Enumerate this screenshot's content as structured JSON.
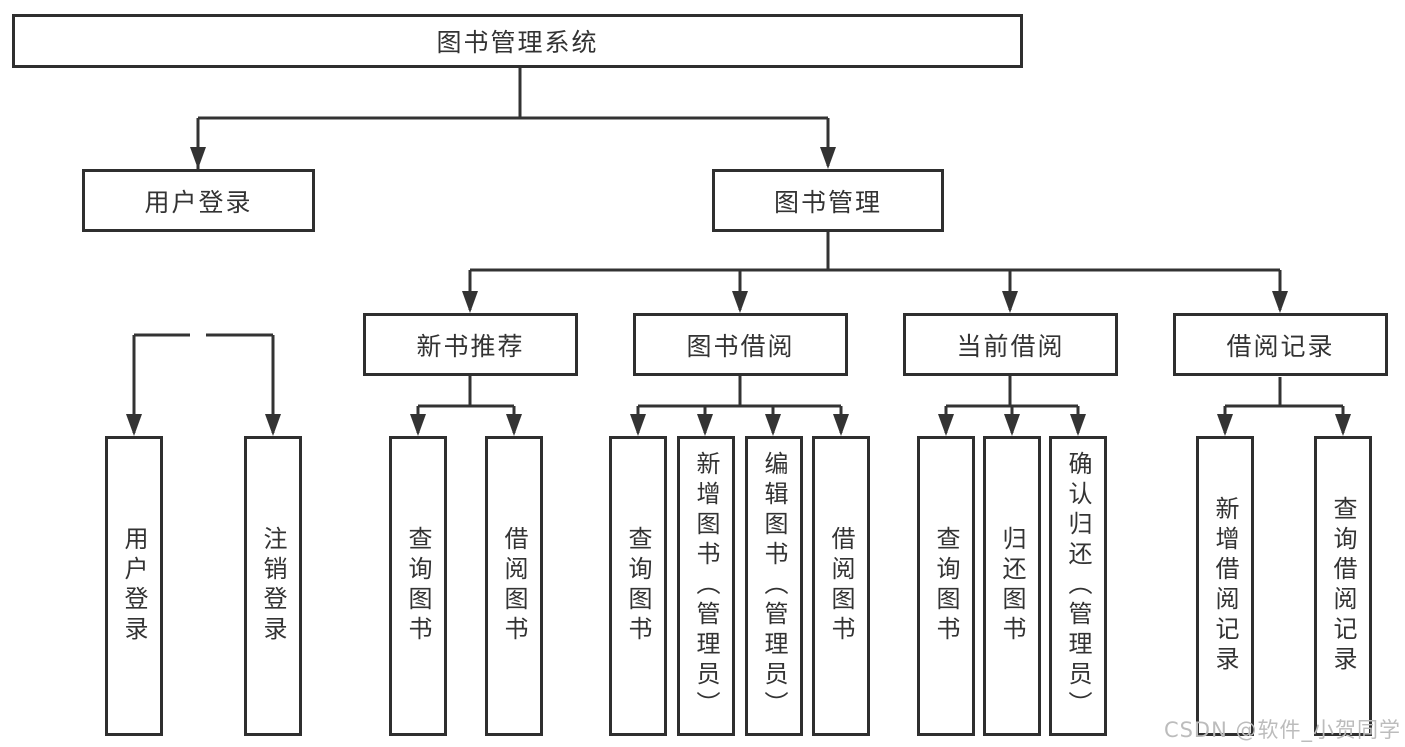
{
  "title": "图书管理系统",
  "branches": {
    "user_login": "用户登录",
    "book_management": "图书管理"
  },
  "modules": [
    {
      "label": "新书推荐"
    },
    {
      "label": "图书借阅"
    },
    {
      "label": "当前借阅"
    },
    {
      "label": "借阅记录"
    }
  ],
  "leaves": [
    {
      "label": "用户登录"
    },
    {
      "label": "注销登录"
    },
    {
      "label": "查询图书"
    },
    {
      "label": "借阅图书"
    },
    {
      "label": "查询图书"
    },
    {
      "label": "新增图书（管理员）"
    },
    {
      "label": "编辑图书（管理员）"
    },
    {
      "label": "借阅图书"
    },
    {
      "label": "查询图书"
    },
    {
      "label": "归还图书"
    },
    {
      "label": "确认归还（管理员）"
    },
    {
      "label": "新增借阅记录"
    },
    {
      "label": "查询借阅记录"
    }
  ],
  "watermark": "CSDN @软件_小贺同学",
  "colors": {
    "line": "#333333",
    "box_border": "#2f2f2f",
    "box_fill": "#ffffff",
    "text": "#333333",
    "watermark": "#bcbcbc"
  }
}
